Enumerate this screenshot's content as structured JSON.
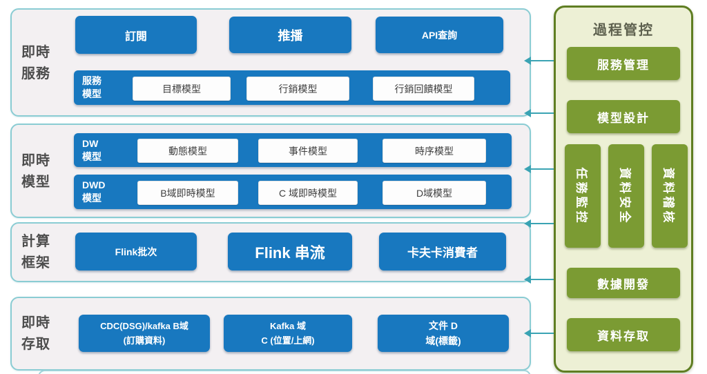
{
  "colors": {
    "node_blue": "#1878bf",
    "panel_button_green": "#7b9b33",
    "panel_background": "#edf0d5",
    "panel_border": "#5f7e22",
    "section_border_teal": "#8accd3",
    "arrow_teal": "#3aa3b3"
  },
  "sections": [
    {
      "label": {
        "line1": "即時",
        "line2": "服務"
      },
      "buttons": [
        "訂閱",
        "推播",
        "API查詢"
      ],
      "bar": {
        "label": {
          "line1": "服務",
          "line2": "模型"
        },
        "items": [
          "目標模型",
          "行銷模型",
          "行銷回饋模型"
        ]
      }
    },
    {
      "label": {
        "line1": "即時",
        "line2": "模型"
      },
      "bars": [
        {
          "label": {
            "line1": "DW",
            "line2": "模型"
          },
          "items": [
            "動態模型",
            "事件模型",
            "時序模型"
          ]
        },
        {
          "label": {
            "line1": "DWD",
            "line2": "模型"
          },
          "items": [
            "B域即時模型",
            "C 域即時模型",
            "D域模型"
          ]
        }
      ]
    },
    {
      "label": {
        "line1": "計算",
        "line2": "框架"
      },
      "buttons": [
        "Flink批次",
        "Flink 串流",
        "卡夫卡消費者"
      ]
    },
    {
      "label": {
        "line1": "即時",
        "line2": "存取"
      },
      "buttons": [
        {
          "line1": "CDC(DSG)/kafka B域",
          "line2": "(訂購資料)"
        },
        {
          "line1": "Kafka 域",
          "line2": "C (位置/上網)"
        },
        {
          "line1": "文件 D",
          "line2": "域(標籤)"
        }
      ]
    }
  ],
  "panel": {
    "title": "過程管控",
    "top_buttons": [
      "服務管理",
      "模型設計"
    ],
    "vertical_buttons": [
      "任務監控",
      "資料安全",
      "資料稽核"
    ],
    "bottom_buttons": [
      "數據開發",
      "資料存取"
    ]
  }
}
